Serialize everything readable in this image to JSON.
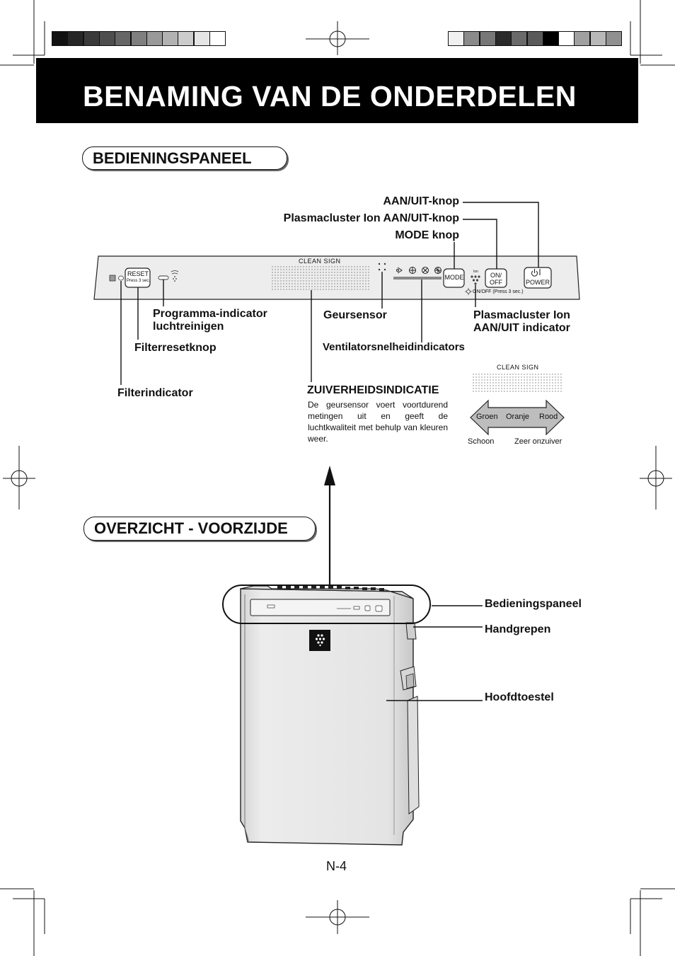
{
  "header": {
    "title": "BENAMING VAN DE ONDERDELEN",
    "swatches_left": [
      "#111111",
      "#262626",
      "#3a3a3a",
      "#4e4e4e",
      "#666666",
      "#7f7f7f",
      "#999999",
      "#b2b2b2",
      "#cccccc",
      "#e5e5e5",
      "#ffffff"
    ],
    "swatches_right": [
      "#f0f0f0",
      "#8a8a8a",
      "#777777",
      "#2a2a2a",
      "#6a6a6a",
      "#5a5a5a",
      "#000000",
      "#ffffff",
      "#a0a0a0",
      "#b8b8b8",
      "#909090"
    ]
  },
  "control_panel_section": {
    "heading": "BEDIENINGSPANEEL",
    "panel": {
      "reset_line1": "RESET",
      "reset_line2": "Press 3 sec.",
      "clean_sign": "CLEAN SIGN",
      "mode_button": "MODE",
      "onoff_line1": "ON/",
      "onoff_line2": "OFF",
      "ion_label": "Ion",
      "onoff_hint": "ON/OFF (Press 3 sec.)",
      "power_button": "POWER"
    },
    "labels": {
      "on_off_button": "AAN/UIT-knop",
      "plasmacluster_button": "Plasmacluster Ion AAN/UIT-knop",
      "mode_button": "MODE knop",
      "program_indicator_1": "Programma-indicator",
      "program_indicator_2": "luchtreinigen",
      "odor_sensor": "Geursensor",
      "plasmacluster_indicator_1": "Plasmacluster Ion",
      "plasmacluster_indicator_2": "AAN/UIT indicator",
      "filter_reset_button": "Filterresetknop",
      "fan_speed_indicators": "Ventilatorsnelheidindicators",
      "filter_indicator": "Filterindicator"
    },
    "purity": {
      "heading": "ZUIVERHEIDSINDICATIE",
      "description": "De geursensor voert voortdurend metingen uit en geeft de luchtkwaliteit met behulp van kleuren weer.",
      "clean_sign": "CLEAN SIGN",
      "colors": [
        "Groen",
        "Oranje",
        "Rood"
      ],
      "clean": "Schoon",
      "dirty": "Zeer onzuiver"
    }
  },
  "front_section": {
    "heading": "OVERZICHT - VOORZIJDE",
    "labels": {
      "control_panel": "Bedieningspaneel",
      "handles": "Handgrepen",
      "main_unit": "Hoofdtoestel"
    }
  },
  "footer": {
    "page_number": "N-4"
  }
}
